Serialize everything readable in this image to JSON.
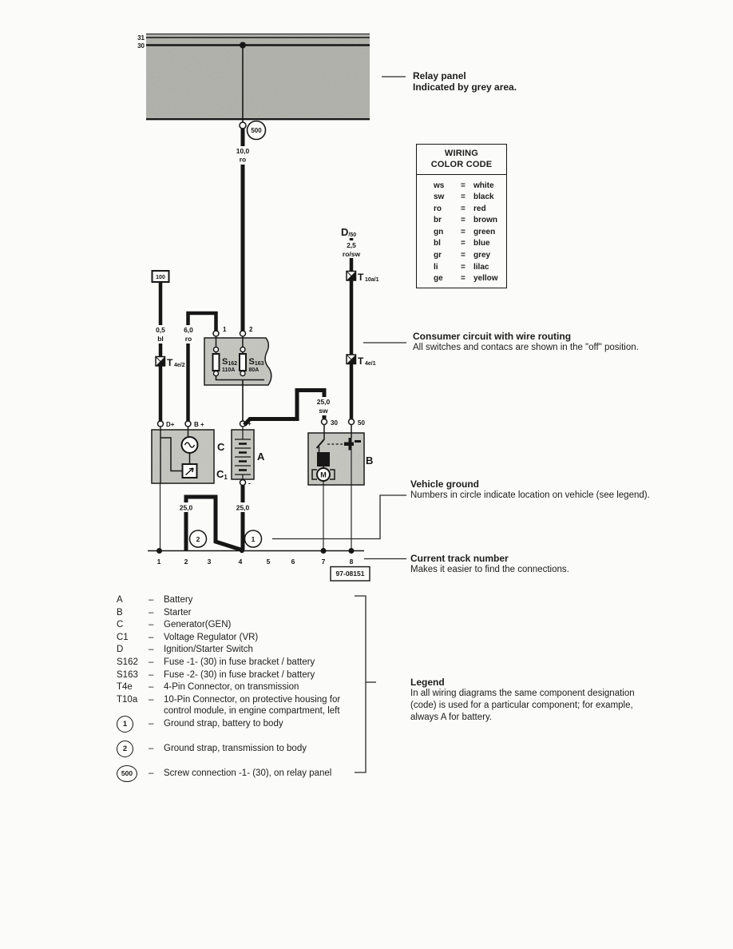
{
  "colors": {
    "ink": "#161616",
    "panel_grey": "#b4b4ae",
    "box_grey": "#c8c8c2",
    "page_bg": "#fbfbf9"
  },
  "relay_panel": {
    "bus_31": "31",
    "bus_30": "30",
    "screw_label": "500"
  },
  "wires": {
    "main": {
      "size": "10,0",
      "color": "ro"
    },
    "left": {
      "size": "0,5",
      "color": "bl"
    },
    "gen": {
      "size": "6,0",
      "color": "ro"
    },
    "ign": {
      "size": "2,5",
      "color": "ro/sw"
    },
    "batt_starter": {
      "size": "25,0",
      "color": "sw"
    },
    "gnd_trans": {
      "size": "25,0"
    },
    "gnd_batt": {
      "size": "25,0"
    }
  },
  "nodes": {
    "n100": "100",
    "ign_d": "D",
    "ign_d_sub": "/50",
    "t10a_t": "T",
    "t10a_sub": "10a/1",
    "t4e1_t": "T",
    "t4e1_sub": "4e/1",
    "t4e2_t": "T",
    "t4e2_sub": "4e/2"
  },
  "fusebox": {
    "term1": "1",
    "term2": "2",
    "fuse1_s": "S",
    "fuse1_num": "162",
    "fuse1_amp": "110A",
    "fuse2_s": "S",
    "fuse2_num": "163",
    "fuse2_amp": "80A"
  },
  "generator": {
    "dplus": "D+",
    "bplus": "B +",
    "c": "C",
    "c1_main": "C",
    "c1_sub": "1"
  },
  "battery": {
    "label": "A",
    "plus": "+",
    "minus": "-"
  },
  "starter": {
    "label": "B",
    "t30": "30",
    "t50": "50",
    "motor": "M"
  },
  "grounds": {
    "g1": "1",
    "g2": "2"
  },
  "tracks": [
    "1",
    "2",
    "3",
    "4",
    "5",
    "6",
    "7",
    "8"
  ],
  "doc_number": "97-08151",
  "color_code": {
    "title_1": "WIRING",
    "title_2": "COLOR CODE",
    "rows": [
      {
        "abbr": "ws",
        "eq": "=",
        "name": "white"
      },
      {
        "abbr": "sw",
        "eq": "=",
        "name": "black"
      },
      {
        "abbr": "ro",
        "eq": "=",
        "name": "red"
      },
      {
        "abbr": "br",
        "eq": "=",
        "name": "brown"
      },
      {
        "abbr": "gn",
        "eq": "=",
        "name": "green"
      },
      {
        "abbr": "bl",
        "eq": "=",
        "name": "blue"
      },
      {
        "abbr": "gr",
        "eq": "=",
        "name": "grey"
      },
      {
        "abbr": "li",
        "eq": "=",
        "name": "lilac"
      },
      {
        "abbr": "ge",
        "eq": "=",
        "name": "yellow"
      }
    ]
  },
  "annotations": {
    "relay": {
      "title": "Relay panel",
      "body": "Indicated by grey area."
    },
    "consumer": {
      "title": "Consumer circuit with wire routing",
      "body": "All switches and contacs are shown in the \"off\" position."
    },
    "ground": {
      "title": "Vehicle ground",
      "body": "Numbers in circle indicate location on vehicle (see legend)."
    },
    "track": {
      "title": "Current track number",
      "body": "Makes it easier to find the connections."
    },
    "legend": {
      "title": "Legend",
      "body": "In all wiring diagrams the same component designation (code) is used for a particular component; for example, always A for battery."
    }
  },
  "legend_list": {
    "dash": "–",
    "items": [
      {
        "code": "A",
        "text": "Battery"
      },
      {
        "code": "B",
        "text": "Starter"
      },
      {
        "code": "C",
        "text": "Generator(GEN)"
      },
      {
        "code": "C1",
        "text": "Voltage Regulator (VR)"
      },
      {
        "code": "D",
        "text": "Ignition/Starter Switch"
      },
      {
        "code": "S162",
        "text": "Fuse -1- (30) in fuse bracket / battery"
      },
      {
        "code": "S163",
        "text": "Fuse -2- (30) in fuse bracket / battery"
      },
      {
        "code": "T4e",
        "text": "4-Pin Connector, on transmission"
      },
      {
        "code": "T10a",
        "text": "10-Pin Connector, on protective housing for control module, in engine compartment, left"
      },
      {
        "code": "1",
        "text": "Ground strap, battery to body"
      },
      {
        "code": "2",
        "text": "Ground strap, transmission to body"
      },
      {
        "code": "500",
        "text": "Screw connection -1- (30), on relay panel"
      }
    ]
  }
}
